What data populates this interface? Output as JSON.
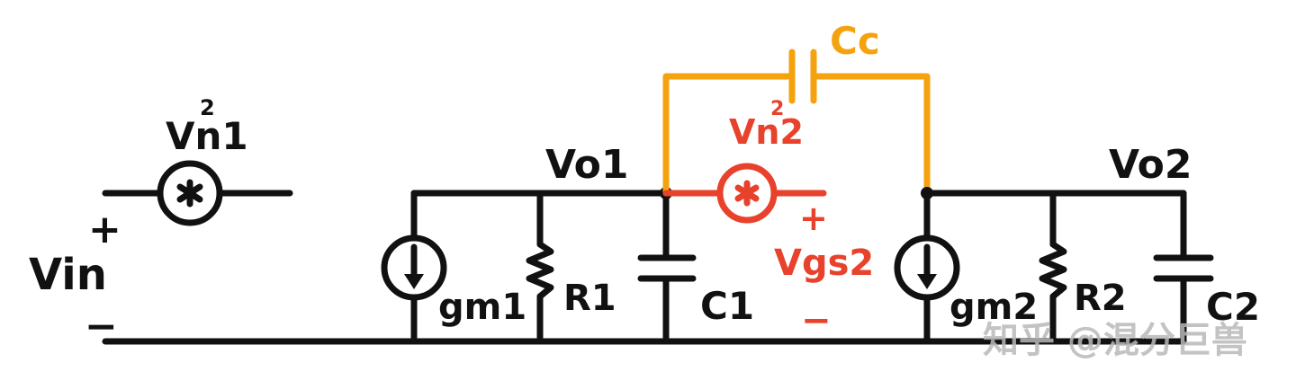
{
  "colors": {
    "ink": "#111111",
    "noise_source_2": "#e8412c",
    "compensation_cap": "#f5a20f",
    "watermark": "#b8b8b8"
  },
  "labels": {
    "vn1": "Vn1",
    "vn1_exp": "2",
    "vin": "Vin",
    "vin_plus": "+",
    "vin_minus": "−",
    "vo1": "Vo1",
    "gm1": "gm1",
    "r1": "R1",
    "c1": "C1",
    "cc": "Cc",
    "vn2": "Vn2",
    "vn2_exp": "2",
    "vgs2_plus": "+",
    "vgs2": "Vgs2",
    "vgs2_minus": "−",
    "vo2": "Vo2",
    "gm2": "gm2",
    "r2": "R2",
    "c2": "C2"
  },
  "watermark": "知乎 @混分巨兽"
}
